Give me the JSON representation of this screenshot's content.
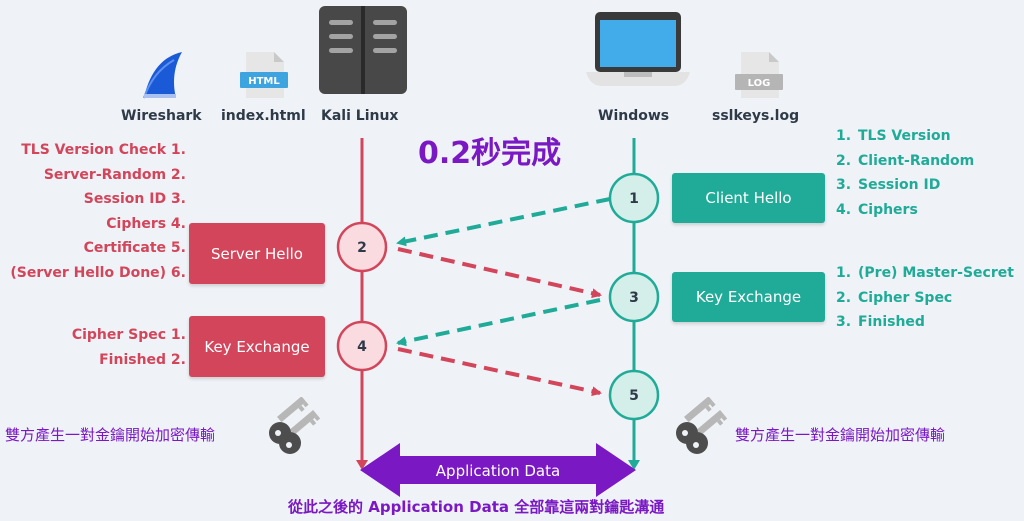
{
  "title": "0.2秒完成",
  "icons": {
    "wireshark": {
      "label": "Wireshark",
      "icon": "wireshark-fin-icon"
    },
    "index_html": {
      "label": "index.html",
      "badge": "HTML",
      "icon": "html-file-icon"
    },
    "kali": {
      "label": "Kali Linux",
      "icon": "server-icon"
    },
    "windows": {
      "label": "Windows",
      "icon": "laptop-icon"
    },
    "sslkeys": {
      "label": "sslkeys.log",
      "badge": "LOG",
      "icon": "log-file-icon"
    }
  },
  "server": {
    "hello_box": "Server Hello",
    "hello_items": [
      "TLS Version Check 1.",
      "Server-Random 2.",
      "Session ID 3.",
      "Ciphers 4.",
      "Certificate 5.",
      "(Server Hello Done) 6."
    ],
    "key_box": "Key Exchange",
    "key_items": [
      "Cipher Spec 1.",
      "Finished 2."
    ],
    "note": "雙方產生一對金鑰開始加密傳輸"
  },
  "client": {
    "hello_box": "Client Hello",
    "hello_items": [
      {
        "num": "1.",
        "text": "TLS Version"
      },
      {
        "num": "2.",
        "text": "Client-Random"
      },
      {
        "num": "3.",
        "text": "Session ID"
      },
      {
        "num": "4.",
        "text": "Ciphers"
      }
    ],
    "key_box": "Key Exchange",
    "key_items": [
      {
        "num": "1.",
        "text": "(Pre) Master-Secret"
      },
      {
        "num": "2.",
        "text": "Cipher Spec"
      },
      {
        "num": "3.",
        "text": "Finished"
      }
    ],
    "note": "雙方產生一對金鑰開始加密傳輸"
  },
  "steps": [
    "1",
    "2",
    "3",
    "4",
    "5"
  ],
  "app_data": "Application Data",
  "footer": "從此之後的 Application Data 全部靠這兩對鑰匙溝通",
  "colors": {
    "server": "#d2455a",
    "client": "#1fab97",
    "accent": "#7a18c4",
    "bg": "#eff2f6"
  }
}
